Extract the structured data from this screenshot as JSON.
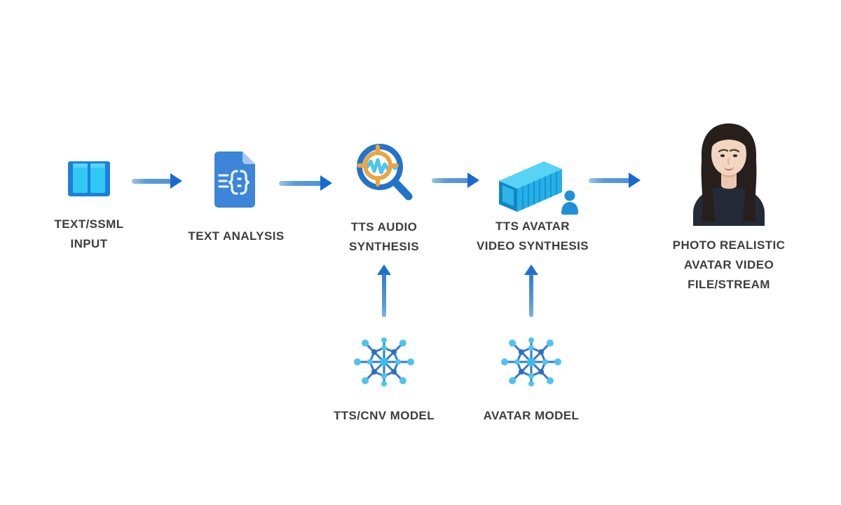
{
  "diagram": {
    "stages": [
      {
        "label": "TEXT/SSML\nINPUT",
        "icon": "open-book-icon"
      },
      {
        "label": "TEXT ANALYSIS",
        "icon": "code-document-icon"
      },
      {
        "label": "TTS AUDIO\nSYNTHESIS",
        "icon": "waveform-magnifier-icon"
      },
      {
        "label": "TTS AVATAR\nVIDEO SYNTHESIS",
        "icon": "container-person-icon"
      },
      {
        "label": "PHOTO REALISTIC\nAVATAR VIDEO\nFILE/STREAM",
        "icon": "woman-avatar-photo"
      }
    ],
    "models": [
      {
        "label": "TTS/CNV MODEL",
        "icon": "neural-network-icon"
      },
      {
        "label": "AVATAR MODEL",
        "icon": "neural-network-icon"
      }
    ],
    "colors": {
      "arrow_shaft": "#5b9bd5",
      "arrow_head": "#1a69cf",
      "label_text": "#3d3d3d",
      "icon_blue": "#2273cb",
      "icon_cyan": "#31c9f4",
      "icon_orange": "#eca43d",
      "hair": "#271f1b",
      "shirt": "#242a38",
      "skin": "#f2d6c2"
    }
  }
}
